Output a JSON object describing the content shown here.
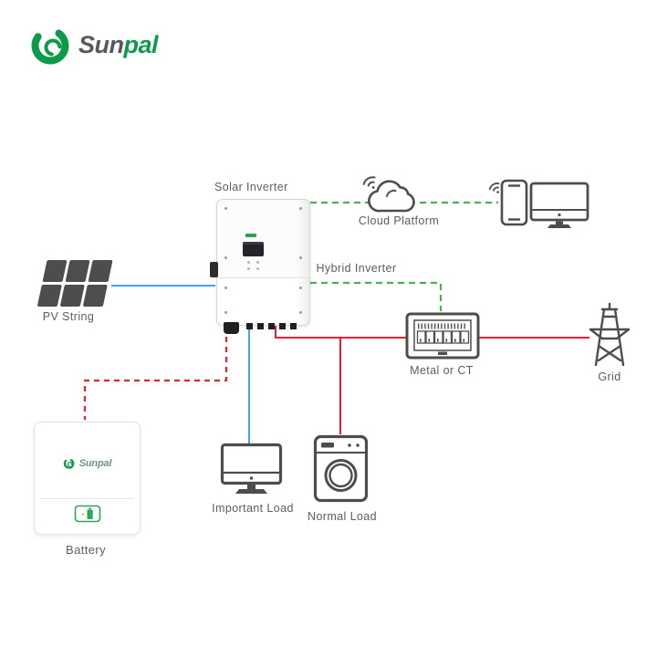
{
  "brand": {
    "prefix": "Sun",
    "suffix": "pal"
  },
  "colors": {
    "green": "#4cb152",
    "red": "#e42233",
    "blue": "#3fa3ef",
    "icon_gray": "#4d4d4d",
    "label_gray": "#5d5d5d",
    "logo_green": "#0c9b4b",
    "logo_dark": "#58595b",
    "battery_green": "#2ea558"
  },
  "labels": {
    "solar_inverter": "Solar Inverter",
    "cloud": "Cloud Platform",
    "hybrid": "Hybrid Inverter",
    "pv": "PV String",
    "meter": "Metal or CT",
    "grid": "Grid",
    "important_load": "Important Load",
    "normal_load": "Normal Load",
    "battery": "Battery"
  },
  "battery_unit": {
    "brand_prefix": "Sun",
    "brand_suffix": "pal"
  },
  "icons": {
    "logo": "sunpal-swirl-icon",
    "cloud": "cloud-icon",
    "wifi": "wifi-signal-icon",
    "phone": "smartphone-icon",
    "monitor": "desktop-monitor-icon",
    "pv": "solar-panel-icon",
    "inverter": "hybrid-inverter-unit",
    "meter": "distribution-box-icon",
    "grid": "transmission-tower-icon",
    "important_load": "monitor-icon",
    "normal_load": "washing-machine-icon",
    "battery_level": "battery-level-icon"
  },
  "connections": [
    {
      "from": "inverter",
      "to": "cloud-and-devices",
      "style": "dashed-green"
    },
    {
      "from": "inverter",
      "to": "meter",
      "style": "dashed-green"
    },
    {
      "from": "pv-string",
      "to": "inverter",
      "style": "solid-blue"
    },
    {
      "from": "inverter",
      "to": "important-load",
      "style": "solid-blue"
    },
    {
      "from": "inverter",
      "to": "battery",
      "style": "dashed-red"
    },
    {
      "from": "inverter",
      "to": "meter-and-normal-load",
      "style": "solid-red"
    },
    {
      "from": "meter",
      "to": "grid",
      "style": "solid-red"
    }
  ]
}
